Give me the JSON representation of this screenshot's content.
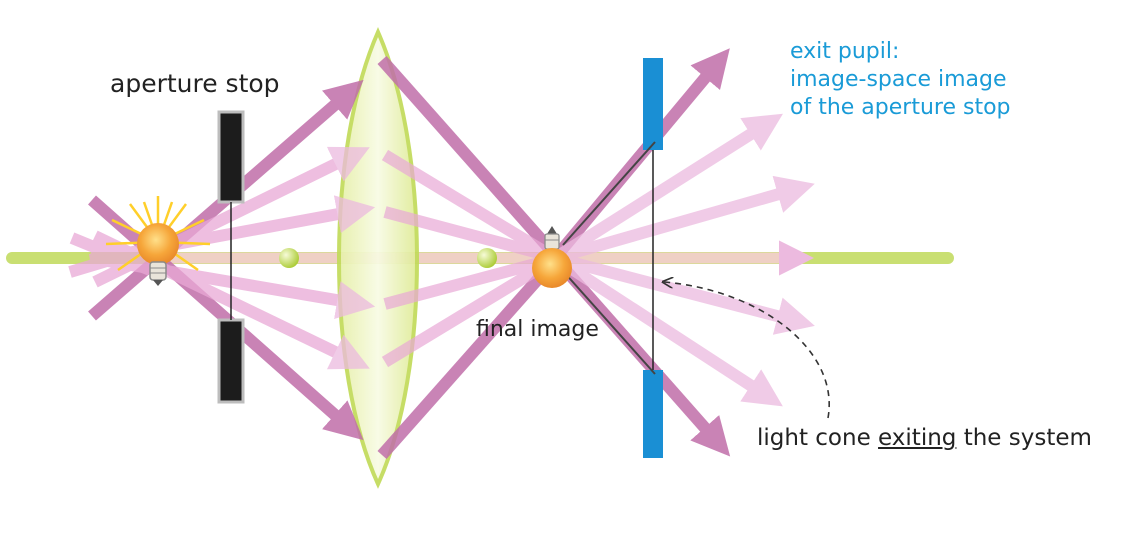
{
  "labels": {
    "aperture_stop": "aperture stop",
    "final_image": "final image",
    "exit_pupil": [
      "exit pupil:",
      "image-space image",
      "of the aperture stop"
    ],
    "light_cone": {
      "before": "light cone ",
      "underlined": "exiting",
      "after": " the system"
    }
  },
  "colors": {
    "axis": "#c8de6e",
    "ray": "#b5559a",
    "ray_light": "#eab3da",
    "lens_fill": "#eef5c4",
    "lens_edge": "#c3dc5c",
    "stop": "#1a1a1a",
    "exit_pupil": "#1a8fd4",
    "exit_text": "#1a9bd7",
    "bulb": "#f4a93a",
    "rays_glow": "#ffd23a"
  },
  "icons": [
    "light-bulb-icon",
    "small-light-bulb-icon",
    "focal-point-icon"
  ]
}
